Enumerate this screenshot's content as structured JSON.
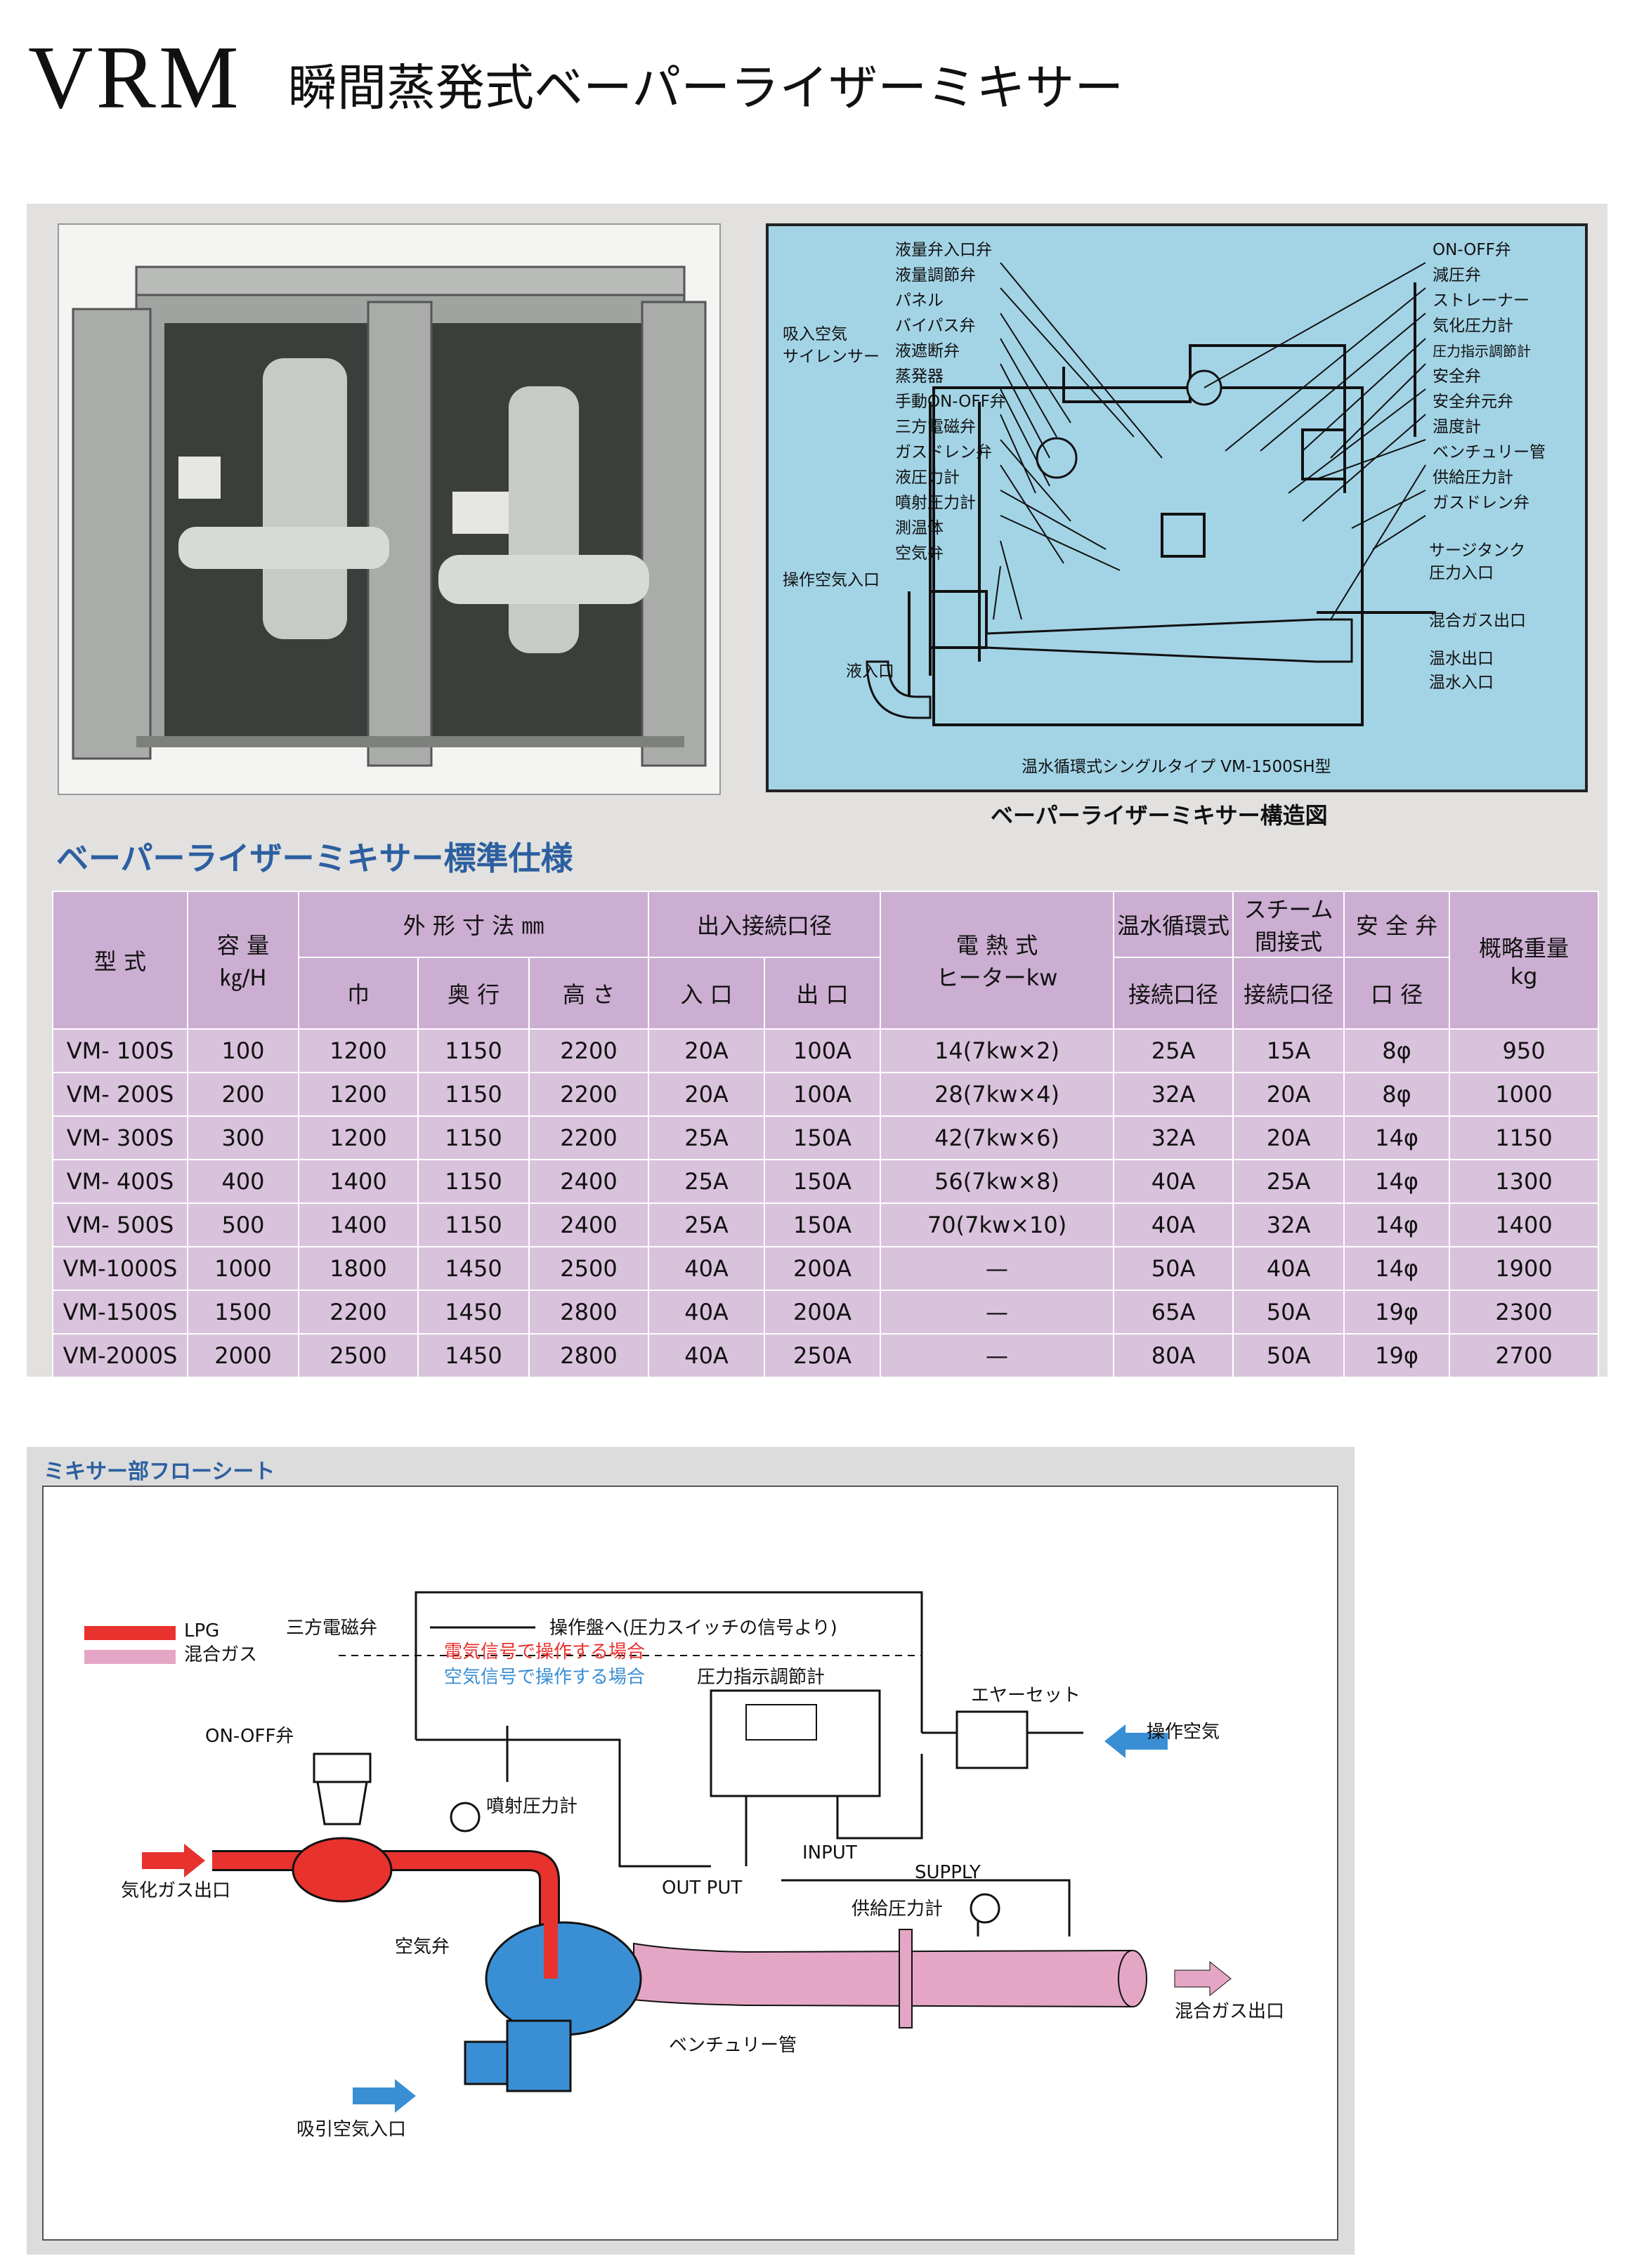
{
  "header": {
    "brand": "VRM",
    "subtitle": "瞬間蒸発式ベーパーライザーミキサー"
  },
  "structure": {
    "left_labels": [
      "液量弁入口弁",
      "液量調節弁",
      "パネル",
      "バイパス弁",
      "液遮断弁",
      "蒸発器",
      "手動ON-OFF弁",
      "三方電磁弁",
      "ガスドレン弁",
      "液圧力計",
      "噴射圧力計",
      "測温体",
      "空気弁"
    ],
    "side_labels": [
      "吸入空気",
      "サイレンサー",
      "操作空気入口",
      "液入口"
    ],
    "right_labels": [
      "ON-OFF弁",
      "減圧弁",
      "ストレーナー",
      "気化圧力計",
      "圧力指示調節計",
      "安全弁",
      "安全弁元弁",
      "温度計",
      "ベンチュリー管",
      "供給圧力計",
      "ガスドレン弁"
    ],
    "right_ports": [
      "サージタンク",
      "圧力入口",
      "混合ガス出口",
      "温水出口",
      "温水入口"
    ],
    "inner_caption": "温水循環式シングルタイプ VM-1500SH型",
    "caption": "ベーパーライザーミキサー構造図"
  },
  "spec": {
    "title": "ベーパーライザーミキサー標準仕様",
    "headers": {
      "model": "型 式",
      "capacity": "容 量",
      "capacity_unit": "㎏/H",
      "dims": "外 形 寸 法 ㎜",
      "width": "巾",
      "depth": "奥 行",
      "height": "高 さ",
      "ports": "出入接続口径",
      "inlet": "入 口",
      "outlet": "出 口",
      "heater": "電 熱 式",
      "heater_unit": "ヒーターkw",
      "hotwater": "温水循環式",
      "hotwater_sub": "接続口径",
      "steam": "スチーム間接式",
      "steam_sub": "接続口径",
      "valve": "安 全 弁",
      "valve_sub": "口 径",
      "weight": "概略重量",
      "weight_unit": "kg"
    },
    "rows": [
      {
        "model": "VM- 100S",
        "cap": "100",
        "w": "1200",
        "d": "1150",
        "h": "2200",
        "in": "20A",
        "out": "100A",
        "heater": "14(7kw×2)",
        "hw": "25A",
        "st": "15A",
        "sv": "8φ",
        "wt": "950"
      },
      {
        "model": "VM- 200S",
        "cap": "200",
        "w": "1200",
        "d": "1150",
        "h": "2200",
        "in": "20A",
        "out": "100A",
        "heater": "28(7kw×4)",
        "hw": "32A",
        "st": "20A",
        "sv": "8φ",
        "wt": "1000"
      },
      {
        "model": "VM- 300S",
        "cap": "300",
        "w": "1200",
        "d": "1150",
        "h": "2200",
        "in": "25A",
        "out": "150A",
        "heater": "42(7kw×6)",
        "hw": "32A",
        "st": "20A",
        "sv": "14φ",
        "wt": "1150"
      },
      {
        "model": "VM- 400S",
        "cap": "400",
        "w": "1400",
        "d": "1150",
        "h": "2400",
        "in": "25A",
        "out": "150A",
        "heater": "56(7kw×8)",
        "hw": "40A",
        "st": "25A",
        "sv": "14φ",
        "wt": "1300"
      },
      {
        "model": "VM- 500S",
        "cap": "500",
        "w": "1400",
        "d": "1150",
        "h": "2400",
        "in": "25A",
        "out": "150A",
        "heater": "70(7kw×10)",
        "hw": "40A",
        "st": "32A",
        "sv": "14φ",
        "wt": "1400"
      },
      {
        "model": "VM-1000S",
        "cap": "1000",
        "w": "1800",
        "d": "1450",
        "h": "2500",
        "in": "40A",
        "out": "200A",
        "heater": "—",
        "hw": "50A",
        "st": "40A",
        "sv": "14φ",
        "wt": "1900"
      },
      {
        "model": "VM-1500S",
        "cap": "1500",
        "w": "2200",
        "d": "1450",
        "h": "2800",
        "in": "40A",
        "out": "200A",
        "heater": "—",
        "hw": "65A",
        "st": "50A",
        "sv": "19φ",
        "wt": "2300"
      },
      {
        "model": "VM-2000S",
        "cap": "2000",
        "w": "2500",
        "d": "1450",
        "h": "2800",
        "in": "40A",
        "out": "250A",
        "heater": "—",
        "hw": "80A",
        "st": "50A",
        "sv": "19φ",
        "wt": "2700"
      }
    ]
  },
  "flow": {
    "title": "ミキサー部フローシート",
    "legend_lpg": "LPG",
    "legend_mix": "混合ガス",
    "solenoid": "三方電磁弁",
    "to_panel": "操作盤へ(圧力スイッチの信号より)",
    "elec_note": "電気信号で操作する場合",
    "air_note": "空気信号で操作する場合",
    "controller": "圧力指示調節計",
    "air_set": "エヤーセット",
    "op_air": "操作空気",
    "onoff": "ON-OFF弁",
    "injection": "噴射圧力計",
    "input": "INPUT",
    "supply": "SUPPLY",
    "output": "OUT PUT",
    "vapor_out": "気化ガス出口",
    "supply_gauge": "供給圧力計",
    "air_valve": "空気弁",
    "mix_out": "混合ガス出口",
    "venturi": "ベンチュリー管",
    "intake": "吸引空気入口",
    "colors": {
      "lpg": "#e8322e",
      "mix": "#e4a6c4",
      "air": "#3a8fd4"
    }
  }
}
